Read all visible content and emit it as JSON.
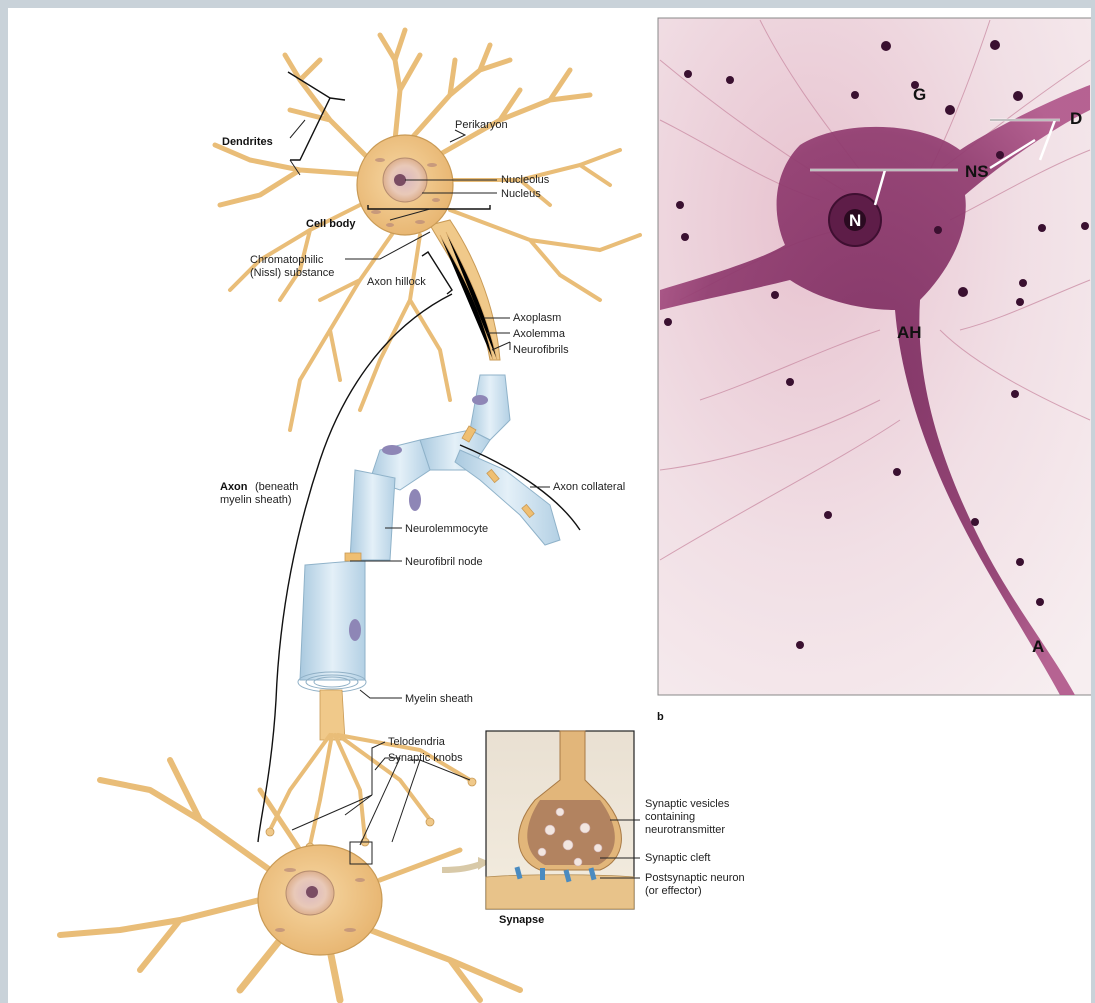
{
  "labels": {
    "dendrites": "Dendrites",
    "perikaryon": "Perikaryon",
    "nucleolus": "Nucleolus",
    "nucleus": "Nucleus",
    "cell_body": "Cell body",
    "chromatophilic_1": "Chromatophilic",
    "chromatophilic_2": "(Nissl) substance",
    "axon_hillock": "Axon hillock",
    "axoplasm": "Axoplasm",
    "axolemma": "Axolemma",
    "neurofibrils": "Neurofibrils",
    "axon_bold": "Axon",
    "axon_rest_1": "(beneath",
    "axon_rest_2": "myelin sheath)",
    "axon_collateral": "Axon collateral",
    "neurolemmocyte": "Neurolemmocyte",
    "neurofibril_node": "Neurofibril node",
    "myelin_sheath": "Myelin sheath",
    "telodendria": "Telodendria",
    "synaptic_knobs": "Synaptic knobs",
    "synapse": "Synapse",
    "synaptic_vesicles_1": "Synaptic vesicles",
    "synaptic_vesicles_2": "containing",
    "synaptic_vesicles_3": "neurotransmitter",
    "synaptic_cleft": "Synaptic cleft",
    "postsynaptic_1": "Postsynaptic neuron",
    "postsynaptic_2": "(or effector)"
  },
  "micrograph": {
    "G": "G",
    "D": "D",
    "NS": "NS",
    "N": "N",
    "AH": "AH",
    "A": "A",
    "panel_label": "b"
  },
  "colors": {
    "background": "#c9d2d9",
    "neuron": "#f0c98a",
    "neuron_outline": "#c99a55",
    "myelin": "#cfe3f0",
    "stain": "#b8487a"
  }
}
